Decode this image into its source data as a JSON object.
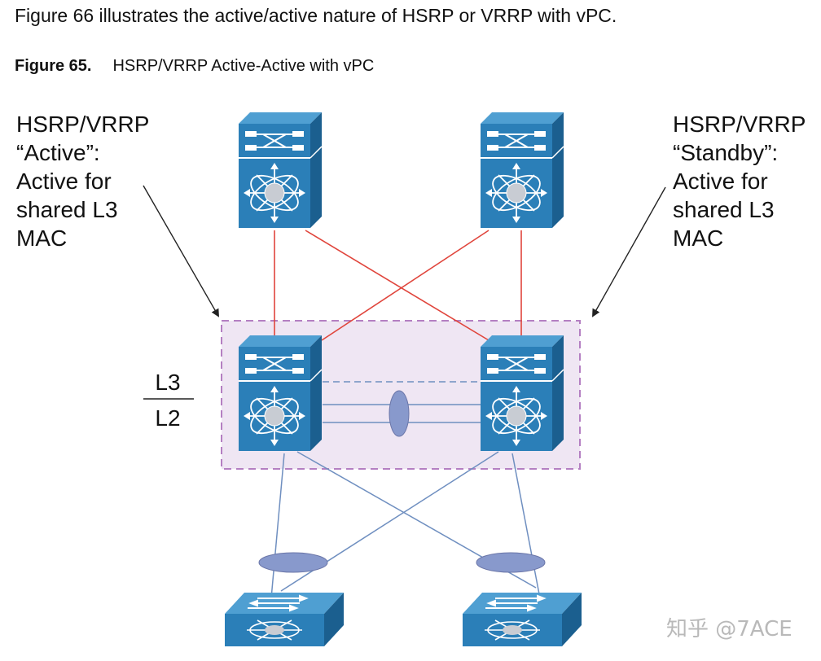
{
  "intro_text": "Figure 66 illustrates the active/active nature of HSRP or VRRP with vPC.",
  "figure": {
    "number": "Figure 65.",
    "title": "HSRP/VRRP Active-Active with vPC"
  },
  "left_note": [
    "HSRP/VRRP",
    "“Active”:",
    "Active for",
    "shared L3",
    "MAC"
  ],
  "right_note": [
    "HSRP/VRRP",
    "“Standby”:",
    "Active for",
    "shared L3",
    "MAC"
  ],
  "layer_boundary": {
    "upper": "L3",
    "lower": "L2"
  },
  "watermark": "知乎 @7ACE",
  "colors": {
    "switch_face": "#2b7fb8",
    "switch_top": "#4f9fd2",
    "switch_side": "#1b5f8f",
    "core_link": "#e0453c",
    "access_link": "#6f8fc0",
    "vpc_domain_fill": "#efe6f3",
    "vpc_domain_border": "#b47fc2",
    "port_channel": "#8899cc"
  },
  "icons": [
    "core-switch-icon",
    "access-switch-icon",
    "port-channel-icon"
  ]
}
